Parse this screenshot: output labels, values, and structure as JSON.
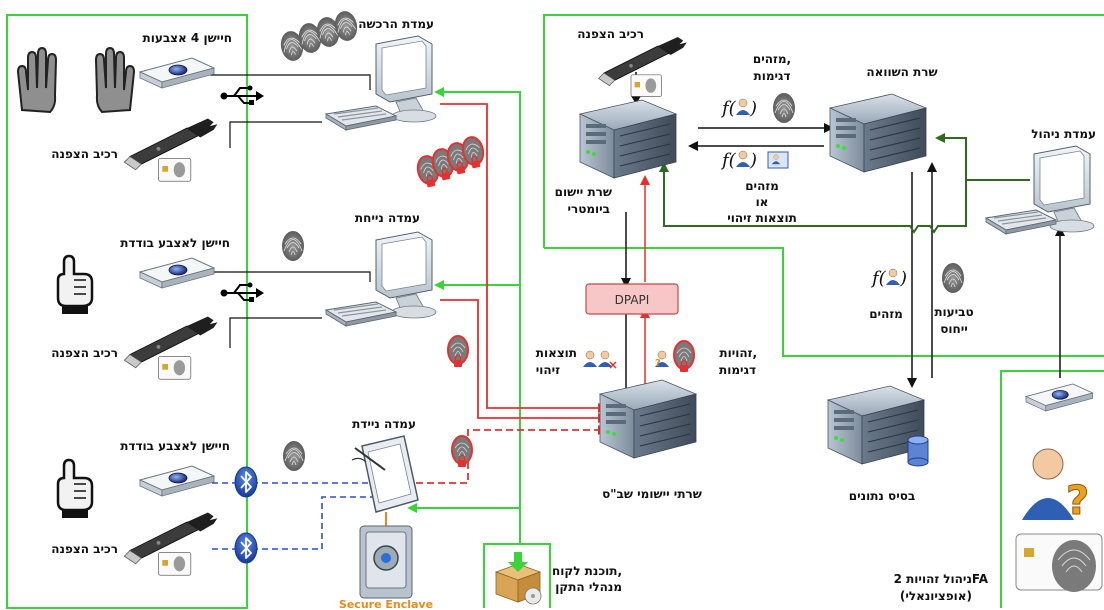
{
  "colors": {
    "zone_green": "#3ad43a",
    "flow_black": "#111111",
    "flow_red": "#e53030",
    "flow_blue": "#2a4fd6",
    "flow_darkgreen": "#2f6a1e",
    "dpapi_fill": "#f7c6c6",
    "enclave_text": "#e8891c"
  },
  "labels": {
    "sensor_4_fingers": "חיישן 4 אצבעות",
    "encryption_component_1": "רכיב הצפנה",
    "enrollment_station": "עמדת הרכשה",
    "single_finger_sensor_1": "חיישן לאצבע בודדת",
    "encryption_component_2": "רכיב הצפנה",
    "fixed_station": "עמדה נייחת",
    "single_finger_sensor_2": "חיישן לאצבע בודדת",
    "encryption_component_3": "רכיב הצפנה",
    "mobile_station": "עמדה ניידת",
    "secure_enclave": "Secure Enclave",
    "client_software_l1": "תוכנת לקוח,",
    "client_software_l2": "מנהלי התקן",
    "encryption_component_top": "רכיב הצפנה",
    "biometric_server_l1": "שרת יישום",
    "biometric_server_l2": "ביומטרי",
    "identifiers_samples_l1": "מזהים,",
    "identifiers_samples_l2": "דגימות",
    "identifiers_or_l1": "מזהים",
    "identifiers_or_l2": "או",
    "identifiers_or_l3": "תוצאות זיהוי",
    "comparison_server": "שרת השוואה",
    "admin_station": "עמדת ניהול",
    "dpapi": "DPAPI",
    "identification_results_l1": "תוצאות",
    "identification_results_l2": "זיהוי",
    "identities_samples_l1": "זהויות,",
    "identities_samples_l2": "דגימות",
    "app_servers": "שרתי יישומי שב\"ס",
    "identifiers_db": "מזהים",
    "fingerprint_ref_l1": "טביעות",
    "fingerprint_ref_l2": "ייחוס",
    "database": "בסיס נתונים",
    "twofa_l1": "ניהול זהויות 2FA",
    "twofa_l2": "(אופציונאלי)",
    "f_symbol": "f("
  },
  "icons": {
    "usb": "usb-icon",
    "bluetooth": "bluetooth-icon",
    "fingerprint": "fingerprint-icon",
    "server": "server-icon",
    "monitor": "monitor-icon",
    "keyboard": "keyboard-icon",
    "tablet": "tablet-icon",
    "safe": "safe-icon",
    "package": "package-icon",
    "user_question": "user-question-icon"
  }
}
